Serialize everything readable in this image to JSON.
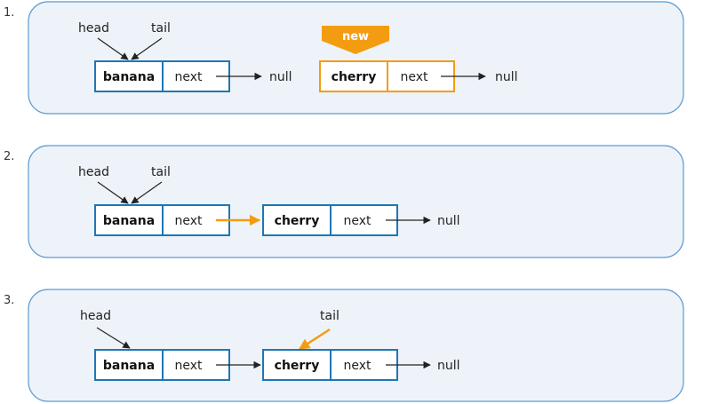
{
  "colors": {
    "panel_fill": "#eef3f9",
    "panel_stroke": "#5b9bd5",
    "node_blue": "#1f77b4",
    "node_orange": "#f39c12",
    "highlight_arrow": "#f39c12",
    "text": "#222222"
  },
  "steps": [
    {
      "number": "1.",
      "head_label": "head",
      "tail_label": "tail",
      "nodes": [
        {
          "value": "banana",
          "next_label": "next",
          "null_label": "null"
        },
        {
          "value": "cherry",
          "next_label": "next",
          "null_label": "null",
          "badge": "new"
        }
      ]
    },
    {
      "number": "2.",
      "head_label": "head",
      "tail_label": "tail",
      "nodes": [
        {
          "value": "banana",
          "next_label": "next"
        },
        {
          "value": "cherry",
          "next_label": "next",
          "null_label": "null"
        }
      ]
    },
    {
      "number": "3.",
      "head_label": "head",
      "tail_label": "tail",
      "nodes": [
        {
          "value": "banana",
          "next_label": "next"
        },
        {
          "value": "cherry",
          "next_label": "next",
          "null_label": "null"
        }
      ]
    }
  ]
}
